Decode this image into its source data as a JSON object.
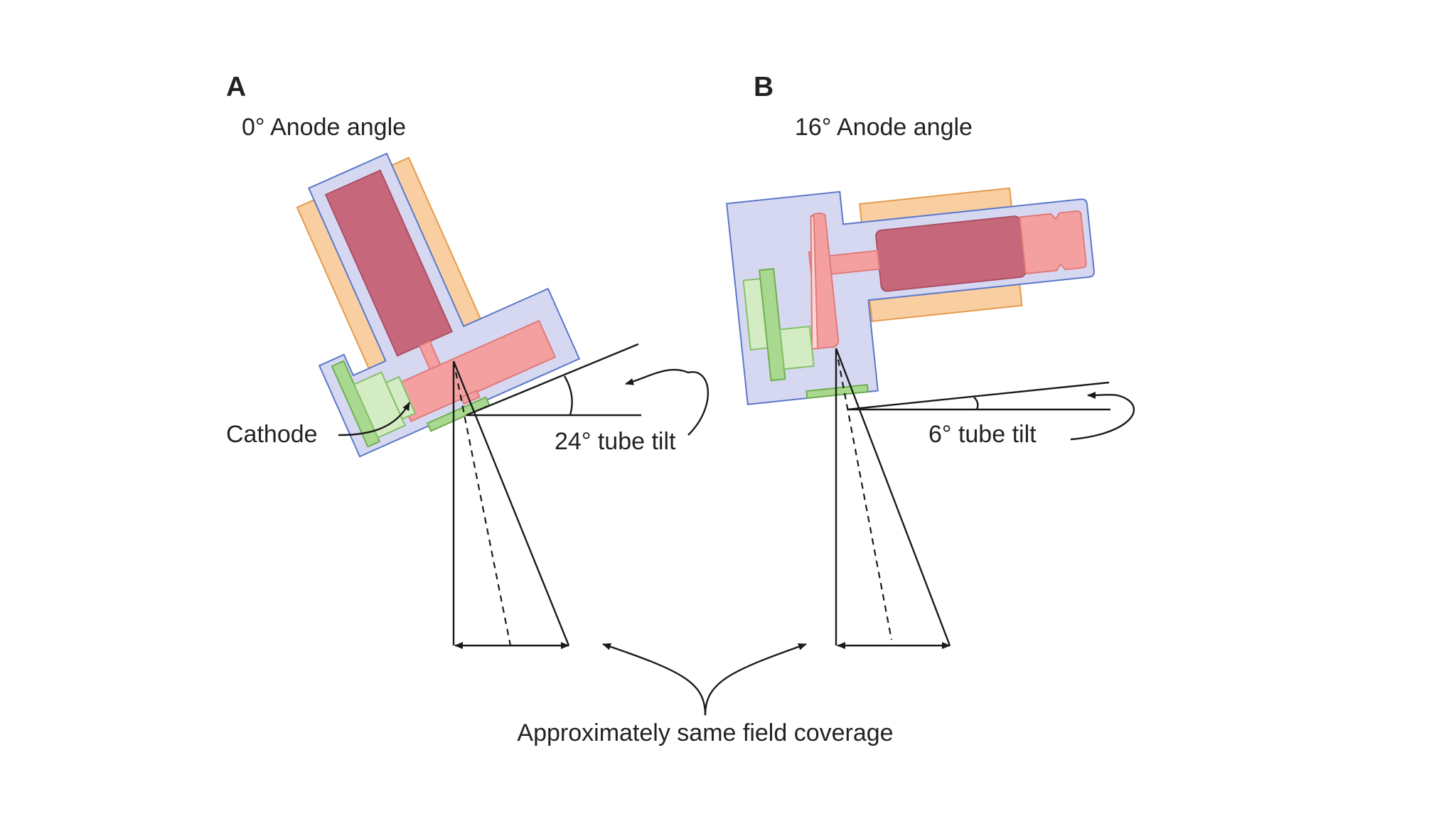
{
  "panel_a": {
    "letter": "A",
    "anode_angle_label": "0° Anode angle",
    "tube_tilt_label": "24° tube tilt",
    "cathode_label": "Cathode"
  },
  "panel_b": {
    "letter": "B",
    "anode_angle_label": "16° Anode angle",
    "tube_tilt_label": "6° tube tilt"
  },
  "caption": "Approximately same field coverage",
  "colors": {
    "housing": "#d6d8f2",
    "housing_outline": "#5b78c8",
    "stator_coil": "#f9cfa2",
    "rotor": "#c6677b",
    "anode": "#f5a0a0",
    "cathode": "#a9d990",
    "lines": "#1a1a1a"
  }
}
